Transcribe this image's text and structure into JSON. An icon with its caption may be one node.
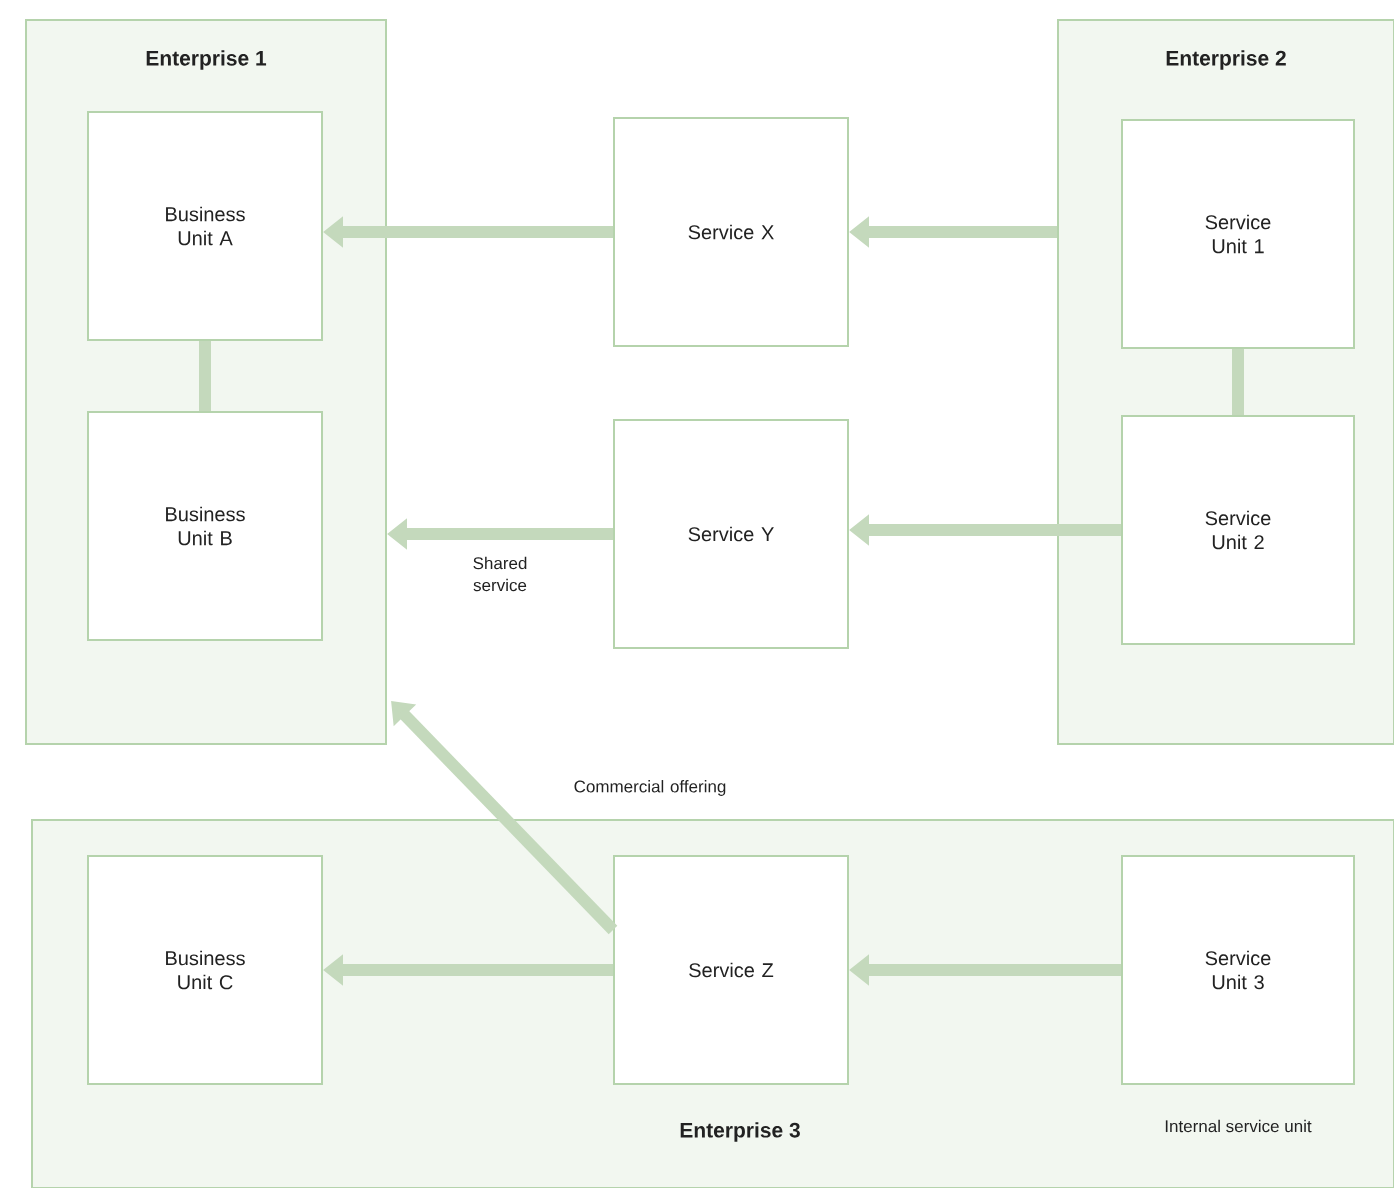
{
  "diagram": {
    "nodes": [
      {
        "text": [
          "Enterprise 1"
        ]
      },
      {
        "text": [
          "Business Unit A"
        ],
        "in": 0
      },
      {
        "text": [
          "Business Unit B"
        ],
        "in": 0
      },
      {
        "text": [
          "Enterprise 2"
        ]
      },
      {
        "text": [
          "Service Unit 1"
        ],
        "in": 3
      },
      {
        "text": [
          "Service Unit 2"
        ],
        "in": 3
      },
      {
        "text": [
          "Service X"
        ]
      },
      {
        "text": [
          "Service Y"
        ]
      },
      {
        "text": [
          "Enterprise 3"
        ]
      },
      {
        "text": [
          "Business Unit C"
        ],
        "in": 8
      },
      {
        "text": [
          "Service Z"
        ],
        "in": 8
      },
      {
        "text": [
          "Service Unit 3"
        ],
        "in": 8,
        "beside": [
          "Internal service unit"
        ]
      }
    ],
    "edges": [
      {
        "from": 6,
        "to": 1,
        "arrow": "to"
      },
      {
        "from": 3,
        "to": 6,
        "arrow": "to"
      },
      {
        "from": 1,
        "to": 2,
        "arrow": "none"
      },
      {
        "from": 4,
        "to": 5,
        "arrow": "none"
      },
      {
        "from": 7,
        "to": 0,
        "arrow": "to",
        "label": "Shared service"
      },
      {
        "from": 5,
        "to": 7,
        "arrow": "to"
      },
      {
        "from": 10,
        "to": 0,
        "arrow": "to",
        "label": "Commercial offering"
      },
      {
        "from": 10,
        "to": 9,
        "arrow": "to"
      },
      {
        "from": 11,
        "to": 10,
        "arrow": "to"
      }
    ]
  }
}
